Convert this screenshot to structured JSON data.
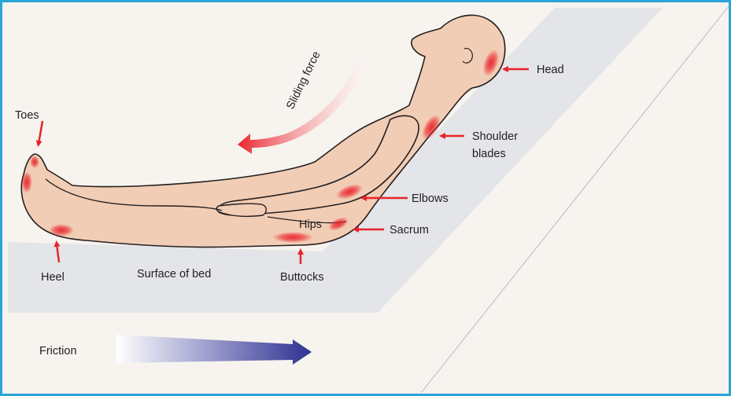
{
  "labels": {
    "head": "Head",
    "shoulder_line1": "Shoulder",
    "shoulder_line2": "blades",
    "elbows": "Elbows",
    "hips": "Hips",
    "sacrum": "Sacrum",
    "buttocks": "Buttocks",
    "heel": "Heel",
    "toes": "Toes",
    "surface": "Surface of bed",
    "sliding_force": "Sliding force",
    "friction": "Friction"
  },
  "colors": {
    "frame": "#2aa5d9",
    "background": "#f7f3ee",
    "bed_surface": "#e3e5e8",
    "skin": "#f2cdb5",
    "outline": "#231f20",
    "pressure_point": "#e8242b",
    "arrow_red": "#e8242b",
    "friction_arrow": "#2e3192",
    "sliding_gradient_start": "#ffffff",
    "sliding_gradient_end": "#e8242b"
  }
}
